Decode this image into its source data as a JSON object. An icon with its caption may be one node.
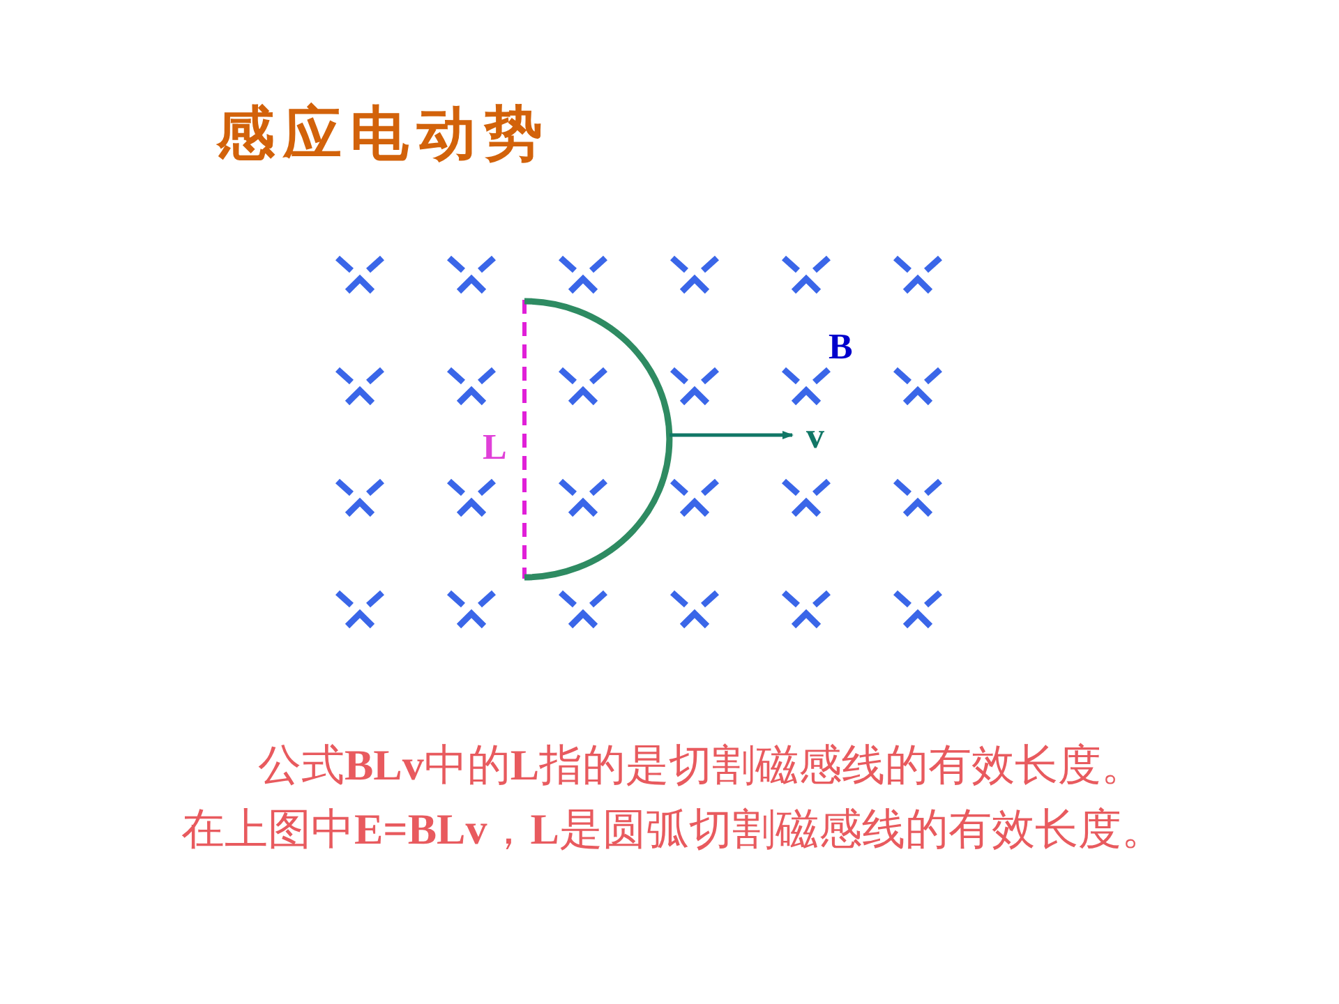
{
  "diagram": {
    "title": "感应电动势",
    "caption": "公式**BLv**中的**L**指的是切割磁感线的有效长度。在上图中**E=BLv**，**L**是圆弧切割磁感线的有效长度。",
    "labels": [
      "B",
      "L",
      "v"
    ]
  }
}
